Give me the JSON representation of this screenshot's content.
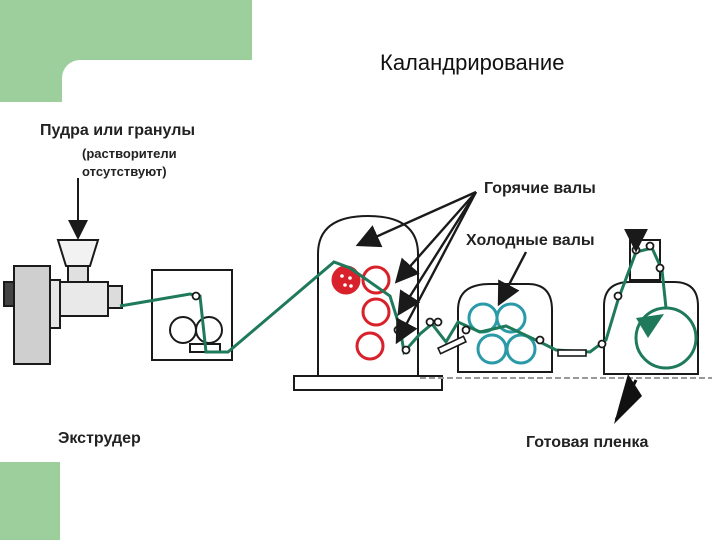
{
  "slide": {
    "title": "Каландрирование",
    "accent_color": "#9ccf9c"
  },
  "labels": {
    "feed": "Пудра или гранулы",
    "feed_note_1": "(растворители",
    "feed_note_2": "отсутствуют)",
    "hot_rolls": "Горячие валы",
    "cold_rolls": "Холодные валы",
    "extruder": "Экструдер",
    "finished_film": "Готовая пленка"
  },
  "colors": {
    "film_line": "#1e7a5a",
    "hot_roll": "#d8212a",
    "cold_roll": "#2b9aa8",
    "outline": "#1a1a1a"
  }
}
